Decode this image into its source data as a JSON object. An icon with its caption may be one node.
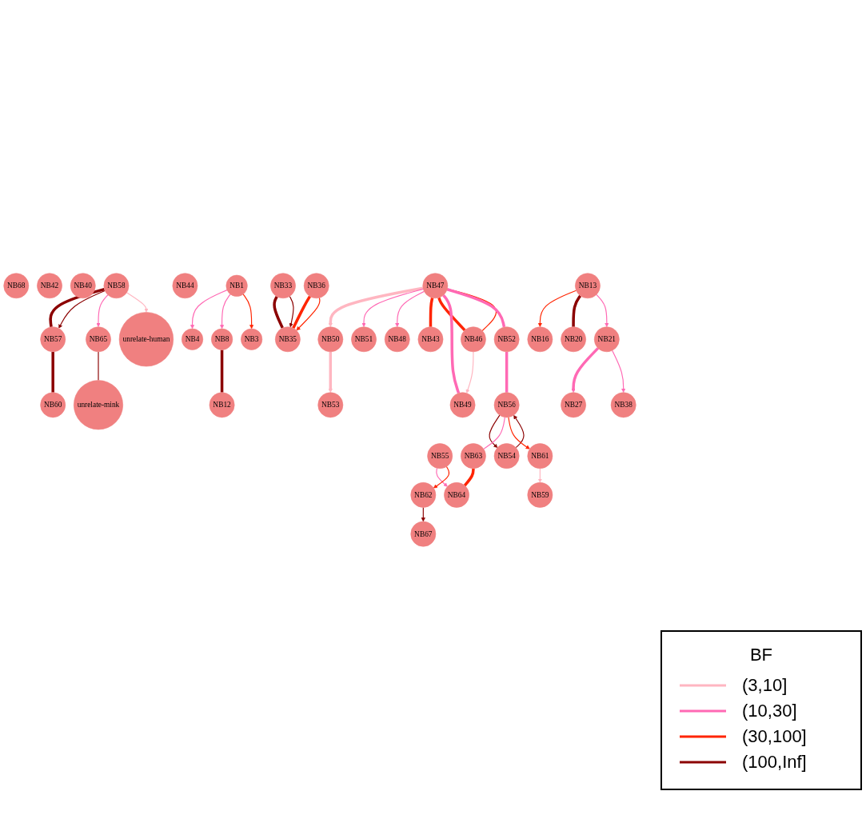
{
  "diagram": {
    "nodes": [
      {
        "text": [
          "NB60"
        ]
      },
      {
        "text": [
          "NB68"
        ]
      },
      {
        "text": [
          "NB42"
        ]
      },
      {
        "text": [
          "NB57"
        ]
      },
      {
        "text": [
          "NB65"
        ]
      },
      {
        "text": [
          "NB40"
        ]
      },
      {
        "text": [
          "unrelate-mink"
        ]
      },
      {
        "text": [
          "NB58"
        ]
      },
      {
        "text": [
          "NB4"
        ]
      },
      {
        "text": [
          "unrelate-human"
        ]
      },
      {
        "text": [
          "NB44"
        ]
      },
      {
        "text": [
          "NB1"
        ]
      },
      {
        "text": [
          "NB8"
        ]
      },
      {
        "text": [
          "NB53"
        ]
      },
      {
        "text": [
          "NB12"
        ]
      },
      {
        "text": [
          "NB3"
        ]
      },
      {
        "text": [
          "NB33"
        ]
      },
      {
        "text": [
          "NB50"
        ]
      },
      {
        "text": [
          "NB35"
        ]
      },
      {
        "text": [
          "NB51"
        ]
      },
      {
        "text": [
          "NB48"
        ]
      },
      {
        "text": [
          "NB36"
        ]
      },
      {
        "text": [
          "NB67"
        ]
      },
      {
        "text": [
          "NB47"
        ]
      },
      {
        "text": [
          "NB43"
        ]
      },
      {
        "text": [
          "NB46"
        ]
      },
      {
        "text": [
          "NB62"
        ]
      },
      {
        "text": [
          "NB16"
        ]
      },
      {
        "text": [
          "NB49"
        ]
      },
      {
        "text": [
          "NB52"
        ]
      },
      {
        "text": [
          "NB55"
        ]
      },
      {
        "text": [
          "NB20"
        ]
      },
      {
        "text": [
          "NB13"
        ]
      },
      {
        "text": [
          "NB54"
        ]
      },
      {
        "text": [
          "NB64"
        ]
      },
      {
        "text": [
          "NB56"
        ]
      },
      {
        "text": [
          "NB21"
        ]
      },
      {
        "text": [
          "NB63"
        ]
      },
      {
        "text": [
          "NB27"
        ]
      },
      {
        "text": [
          "NB38"
        ]
      },
      {
        "text": [
          "NB61"
        ]
      },
      {
        "text": [
          "NB59"
        ]
      }
    ],
    "edges": [
      {
        "from": 3,
        "to": 0,
        "arrow": "none",
        "style": "thick",
        "color": "#8b0000"
      },
      {
        "from": 7,
        "to": 3,
        "arrow": "none",
        "style": "thick",
        "color": "#8b0000"
      },
      {
        "from": 7,
        "to": 3,
        "arrow": "to",
        "color": "#8b0000"
      },
      {
        "from": 7,
        "to": 4,
        "arrow": "to",
        "color": "#ff69b4"
      },
      {
        "from": 4,
        "to": 6,
        "arrow": "none",
        "color": "#8b0000"
      },
      {
        "from": 7,
        "to": 9,
        "arrow": "to",
        "color": "#ffb6c1"
      },
      {
        "from": 11,
        "to": 8,
        "arrow": "to",
        "color": "#ff69b4"
      },
      {
        "from": 11,
        "to": 12,
        "arrow": "to",
        "color": "#ff69b4"
      },
      {
        "from": 12,
        "to": 14,
        "arrow": "none",
        "style": "thick",
        "color": "#8b0000"
      },
      {
        "from": 11,
        "to": 15,
        "arrow": "to",
        "color": "#ff2400"
      },
      {
        "from": 16,
        "to": 18,
        "arrow": "none",
        "style": "thick",
        "color": "#8b0000"
      },
      {
        "from": 16,
        "to": 18,
        "arrow": "to",
        "color": "#8b0000"
      },
      {
        "from": 21,
        "to": 18,
        "arrow": "none",
        "style": "thick",
        "color": "#ff2400"
      },
      {
        "from": 21,
        "to": 18,
        "arrow": "to",
        "color": "#ff2400"
      },
      {
        "from": 17,
        "to": 13,
        "arrow": "to",
        "style": "thick",
        "color": "#ffb6c1"
      },
      {
        "from": 23,
        "to": 17,
        "arrow": "to",
        "style": "thick",
        "color": "#ffb6c1"
      },
      {
        "from": 23,
        "to": 19,
        "arrow": "to",
        "color": "#ff69b4"
      },
      {
        "from": 23,
        "to": 20,
        "arrow": "to",
        "color": "#ff69b4"
      },
      {
        "from": 23,
        "to": 24,
        "arrow": "none",
        "style": "thick",
        "color": "#ff2400"
      },
      {
        "from": 23,
        "to": 25,
        "arrow": "none",
        "style": "thick",
        "color": "#ff2400"
      },
      {
        "from": 25,
        "to": 23,
        "arrow": "none",
        "color": "#ff2400"
      },
      {
        "from": 25,
        "to": 28,
        "arrow": "to",
        "color": "#ffb6c1"
      },
      {
        "from": 23,
        "to": 28,
        "arrow": "none",
        "style": "thick",
        "color": "#ff69b4"
      },
      {
        "from": 23,
        "to": 29,
        "arrow": "none",
        "style": "thick",
        "color": "#ff69b4"
      },
      {
        "from": 29,
        "to": 35,
        "arrow": "none",
        "style": "thick",
        "color": "#ff69b4"
      },
      {
        "from": 33,
        "to": 35,
        "arrow": "to",
        "color": "#8b0000"
      },
      {
        "from": 35,
        "to": 33,
        "arrow": "to",
        "color": "#8b0000"
      },
      {
        "from": 35,
        "to": 37,
        "arrow": "none",
        "color": "#ff69b4"
      },
      {
        "from": 37,
        "to": 34,
        "arrow": "none",
        "style": "thick",
        "color": "#ff2400"
      },
      {
        "from": 30,
        "to": 34,
        "arrow": "to",
        "color": "#ff69b4"
      },
      {
        "from": 30,
        "to": 26,
        "arrow": "to",
        "color": "#ff2400"
      },
      {
        "from": 26,
        "to": 22,
        "arrow": "to",
        "color": "#8b0000"
      },
      {
        "from": 35,
        "to": 40,
        "arrow": "to",
        "color": "#ff2400"
      },
      {
        "from": 40,
        "to": 41,
        "arrow": "to",
        "color": "#ffb6c1"
      },
      {
        "from": 32,
        "to": 27,
        "arrow": "to",
        "color": "#ff2400"
      },
      {
        "from": 32,
        "to": 31,
        "arrow": "none",
        "style": "thick",
        "color": "#8b0000"
      },
      {
        "from": 32,
        "to": 36,
        "arrow": "to",
        "color": "#ff69b4"
      },
      {
        "from": 36,
        "to": 38,
        "arrow": "to",
        "style": "thick",
        "color": "#ff69b4"
      },
      {
        "from": 36,
        "to": 39,
        "arrow": "to",
        "color": "#ff69b4"
      }
    ],
    "labels": [
      "BF"
    ],
    "legend": [
      {
        "text": "(3,10]",
        "color": "#ffb6c1"
      },
      {
        "text": "(10,30]",
        "color": "#ff69b4"
      },
      {
        "text": "(30,100]",
        "color": "#ff2400"
      },
      {
        "text": "(100,Inf]",
        "color": "#8b0000"
      }
    ]
  }
}
